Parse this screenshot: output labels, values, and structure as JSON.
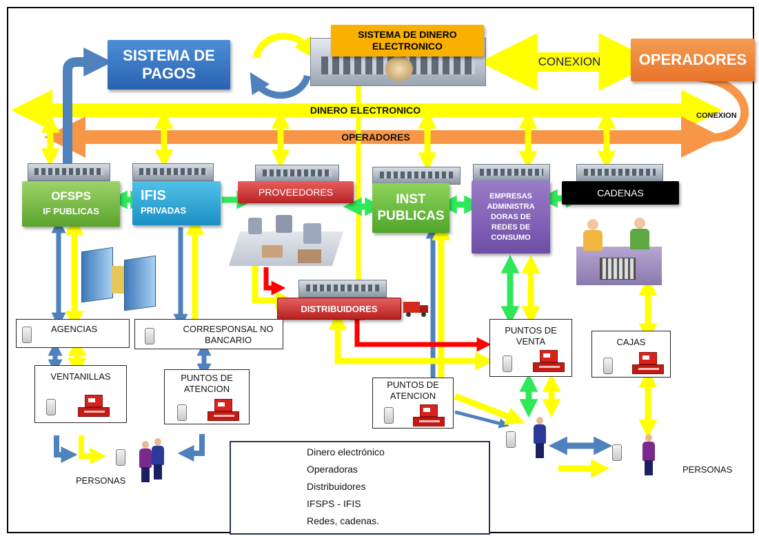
{
  "nodes": {
    "sistema_pagos": "SISTEMA DE PAGOS",
    "sistema_dinero": "SISTEMA DE DINERO ELECTRONICO",
    "conexion_top": "CONEXION",
    "operadores_top": "OPERADORES",
    "conexion_side": "CONEXION",
    "bar_dinero": "DINERO ELECTRONICO",
    "bar_operadores": "OPERADORES",
    "ofsps_1": "OFSPS",
    "ofsps_2": "IF PUBLICAS",
    "ifis_1": "IFIS",
    "ifis_2": "PRIVADAS",
    "proveedores": "PROVEEDORES",
    "inst_1": "INST",
    "inst_2": "PUBLICAS",
    "empresas": "EMPRESAS ADMINISTRA DORAS DE REDES DE CONSUMO",
    "cadenas": "CADENAS",
    "distribuidores": "DISTRIBUIDORES",
    "agencias": "AGENCIAS",
    "corresponsal": "CORRESPONSAL NO BANCARIO",
    "ventanillas": "VENTANILLAS",
    "puntos_atencion_left": "PUNTOS DE ATENCION",
    "puntos_atencion_mid": "PUNTOS DE ATENCION",
    "puntos_venta": "PUNTOS DE VENTA",
    "cajas": "CAJAS",
    "personas_left": "PERSONAS",
    "personas_right": "PERSONAS"
  },
  "legend": [
    {
      "label": "Dinero electrónico",
      "color": "#ffff00"
    },
    {
      "label": "Operadoras",
      "color": "#f79646"
    },
    {
      "label": "Distribuidores",
      "color": "#ff0000"
    },
    {
      "label": "IFSPS - IFIS",
      "color": "#4f81bd"
    },
    {
      "label": "Redes, cadenas.",
      "color": "#2ee85a"
    }
  ],
  "colors": {
    "dinero": "#ffff00",
    "operadoras": "#f79646",
    "distribuidores": "#ff0000",
    "ifis": "#4f81bd",
    "redes": "#2ee85a"
  }
}
